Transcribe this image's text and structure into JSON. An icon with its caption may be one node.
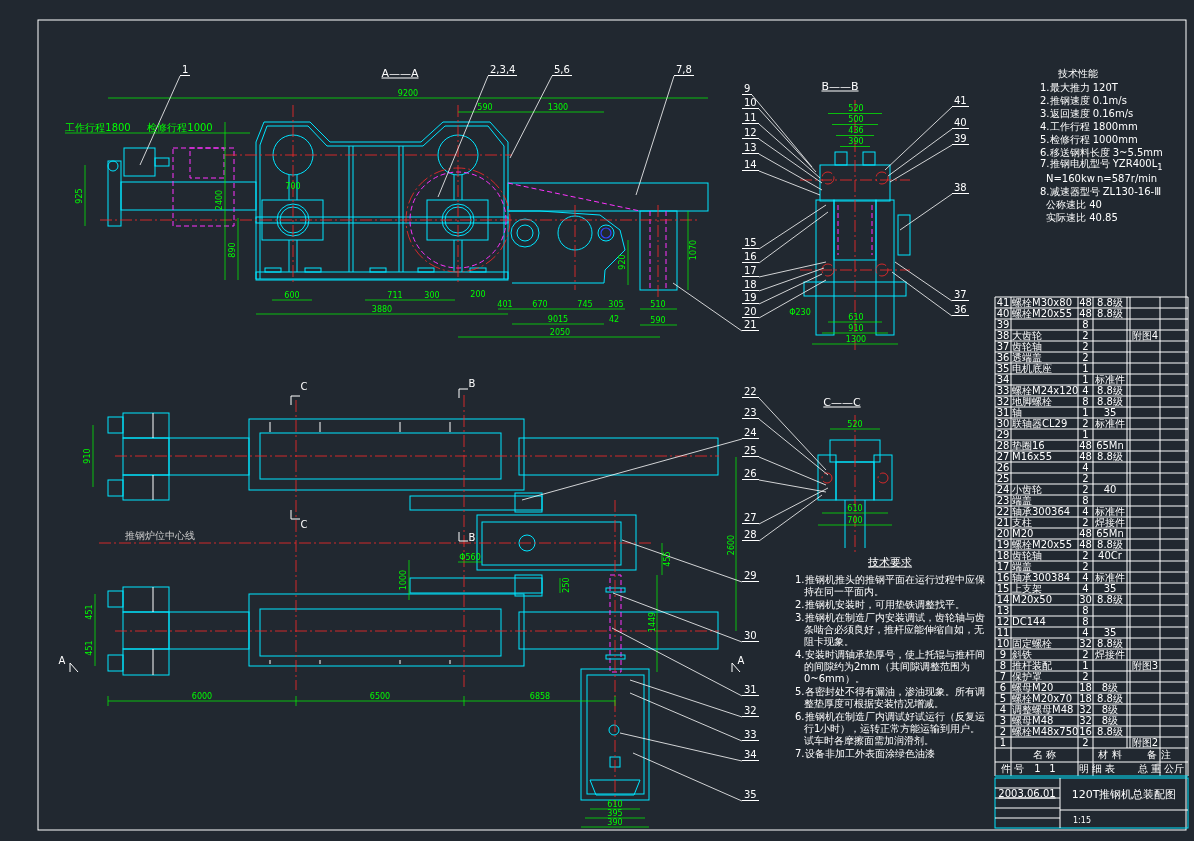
{
  "diagram": {
    "title": "120T推钢机总装配图",
    "nodes": [
      {
        "text": [
          "1"
        ]
      },
      {
        "text": [
          "2,3,4"
        ]
      },
      {
        "text": [
          "5,6"
        ]
      },
      {
        "text": [
          "7,8"
        ]
      },
      {
        "text": [
          "9"
        ]
      },
      {
        "text": [
          "10"
        ]
      },
      {
        "text": [
          "11"
        ]
      },
      {
        "text": [
          "12"
        ]
      },
      {
        "text": [
          "13"
        ]
      },
      {
        "text": [
          "14"
        ]
      },
      {
        "text": [
          "15"
        ]
      },
      {
        "text": [
          "16"
        ]
      },
      {
        "text": [
          "17"
        ]
      },
      {
        "text": [
          "18"
        ]
      },
      {
        "text": [
          "19"
        ]
      },
      {
        "text": [
          "20"
        ]
      },
      {
        "text": [
          "21"
        ]
      },
      {
        "text": [
          "22"
        ]
      },
      {
        "text": [
          "23"
        ]
      },
      {
        "text": [
          "24"
        ]
      },
      {
        "text": [
          "25"
        ]
      },
      {
        "text": [
          "26"
        ]
      },
      {
        "text": [
          "27"
        ]
      },
      {
        "text": [
          "28"
        ]
      },
      {
        "text": [
          "29"
        ]
      },
      {
        "text": [
          "30"
        ]
      },
      {
        "text": [
          "31"
        ]
      },
      {
        "text": [
          "32"
        ]
      },
      {
        "text": [
          "33"
        ]
      },
      {
        "text": [
          "34"
        ]
      },
      {
        "text": [
          "35"
        ]
      },
      {
        "text": [
          "36"
        ]
      },
      {
        "text": [
          "37"
        ]
      },
      {
        "text": [
          "38"
        ]
      },
      {
        "text": [
          "39"
        ]
      },
      {
        "text": [
          "40"
        ]
      },
      {
        "text": [
          "41"
        ]
      }
    ],
    "edges": [
      {
        "from": 0,
        "to": null,
        "arrow": "none"
      },
      {
        "from": 1,
        "to": null,
        "arrow": "none"
      },
      {
        "from": 2,
        "to": null,
        "arrow": "none"
      },
      {
        "from": 3,
        "to": null,
        "arrow": "none"
      },
      {
        "from": 4,
        "to": null,
        "arrow": "none"
      },
      {
        "from": 5,
        "to": null,
        "arrow": "none"
      },
      {
        "from": 6,
        "to": null,
        "arrow": "none"
      },
      {
        "from": 7,
        "to": null,
        "arrow": "none"
      },
      {
        "from": 8,
        "to": null,
        "arrow": "none"
      },
      {
        "from": 9,
        "to": null,
        "arrow": "none"
      },
      {
        "from": 10,
        "to": null,
        "arrow": "none"
      },
      {
        "from": 11,
        "to": null,
        "arrow": "none"
      },
      {
        "from": 12,
        "to": null,
        "arrow": "none"
      },
      {
        "from": 13,
        "to": null,
        "arrow": "none"
      },
      {
        "from": 14,
        "to": null,
        "arrow": "none"
      },
      {
        "from": 15,
        "to": null,
        "arrow": "none"
      },
      {
        "from": 16,
        "to": null,
        "arrow": "none"
      },
      {
        "from": 17,
        "to": null,
        "arrow": "none"
      },
      {
        "from": 18,
        "to": null,
        "arrow": "none"
      },
      {
        "from": 19,
        "to": null,
        "arrow": "none"
      },
      {
        "from": 20,
        "to": null,
        "arrow": "none"
      },
      {
        "from": 21,
        "to": null,
        "arrow": "none"
      },
      {
        "from": 22,
        "to": null,
        "arrow": "none"
      },
      {
        "from": 23,
        "to": null,
        "arrow": "none"
      },
      {
        "from": 24,
        "to": null,
        "arrow": "none"
      },
      {
        "from": 25,
        "to": null,
        "arrow": "none"
      },
      {
        "from": 26,
        "to": null,
        "arrow": "none"
      },
      {
        "from": 27,
        "to": null,
        "arrow": "none"
      },
      {
        "from": 28,
        "to": null,
        "arrow": "none"
      },
      {
        "from": 29,
        "to": null,
        "arrow": "none"
      },
      {
        "from": 30,
        "to": null,
        "arrow": "none"
      },
      {
        "from": 31,
        "to": null,
        "arrow": "none"
      },
      {
        "from": 32,
        "to": null,
        "arrow": "none"
      },
      {
        "from": 33,
        "to": null,
        "arrow": "none"
      },
      {
        "from": 34,
        "to": null,
        "arrow": "none"
      },
      {
        "from": 35,
        "to": null,
        "arrow": "none"
      },
      {
        "from": 36,
        "to": null,
        "arrow": "none"
      }
    ],
    "labels": [
      "技术性能",
      "1.最大推力 120T",
      "2.推钢速度 0.1m/s",
      "3.返回速度 0.16m/s",
      "4.工作行程 1800mm",
      "5.检修行程 1000mm",
      "6.移送钢料长度 3~5.5mm",
      "7.推钢电机型号 YZR400L$_{1}$",
      "N=160kw",
      "n=587r/min",
      "8.减速器型号 ZL130-16-Ⅲ",
      "公称速比 40",
      "实际速比 40.85",
      "技术要求",
      "1.推钢机推头的推钢平面在运行过程中应保持在同一平面内。",
      "2.推钢机安装时，可用垫铁调整找平。",
      "3.推钢机在制造厂内安装调试，齿轮轴与齿条啮合必须良好，推杆应能伸缩自如，无阻卡现象。",
      "4.安装时调轴承垫厚号，使上托辊与推杆间的间隙约为2mm（其间隙调整范围为0~6mm）。",
      "5.各密封处不得有漏油，渗油现象。所有调整垫厚度可根据安装情况增减。",
      "6.推钢机在制造厂内调试好试运行（反复运行1小时），运转正常方能运输到用户。试车时各摩擦面需加润滑剂。",
      "7.设备非加工外表面涂绿色油漆",
      "A——A",
      "B——B",
      "C——C",
      "C",
      "C",
      "B",
      "B",
      "A",
      "A",
      "推钢炉位中心线",
      "9200",
      "590",
      "1300",
      "工作行程1800",
      "检修行程1000",
      "925",
      "2400",
      "890",
      "700",
      "600",
      "711",
      "300",
      "200",
      "401",
      "670",
      "745",
      "305",
      "3880",
      "9015",
      "42",
      "2050",
      "510",
      "590",
      "920",
      "1070",
      "520",
      "500",
      "436",
      "390",
      "Φ230",
      "610",
      "910",
      "1300",
      "520",
      "610",
      "700",
      "910",
      "451",
      "451",
      "6000",
      "6500",
      "6858",
      "2600",
      "455",
      "1449",
      "1000",
      "250",
      "Φ560",
      "610",
      "395",
      "390",
      "41",
      "螺栓M30x80",
      "48",
      "8.8级",
      "40",
      "螺栓M20x55",
      "48",
      "8.8级",
      "39",
      "8",
      "38",
      "大齿轮",
      "2",
      "附图4",
      "37",
      "齿轮轴",
      "2",
      "36",
      "透端盖",
      "2",
      "35",
      "电机底座",
      "1",
      "34",
      "1",
      "标准件",
      "33",
      "螺栓M24x120",
      "4",
      "8.8级",
      "32",
      "地脚螺栓",
      "8",
      "8.8级",
      "31",
      "轴",
      "1",
      "35",
      "30",
      "联轴器CL29",
      "2",
      "标准件",
      "29",
      "1",
      "28",
      "垫圈16",
      "48",
      "65Mn",
      "27",
      "M16x55",
      "48",
      "8.8级",
      "26",
      "4",
      "25",
      "2",
      "24",
      "小齿轮",
      "2",
      "40",
      "23",
      "端盖",
      "8",
      "22",
      "轴承300364",
      "4",
      "标准件",
      "21",
      "支柱",
      "2",
      "焊接件",
      "20",
      "M20",
      "48",
      "65Mn",
      "19",
      "螺栓M20x55",
      "48",
      "8.8级",
      "18",
      "齿轮轴",
      "2",
      "40Cr",
      "17",
      "端盖",
      "2",
      "16",
      "轴承300384",
      "4",
      "标准件",
      "15",
      "上支架",
      "4",
      "35",
      "14",
      "M20x50",
      "30",
      "8.8级",
      "13",
      "8",
      "12",
      "DC144",
      "8",
      "11",
      "4",
      "35",
      "10",
      "固定螺栓",
      "32",
      "8.8级",
      "9",
      "斜铁",
      "2",
      "焊接件",
      "8",
      "推杆装配",
      "1",
      "附图3",
      "7",
      "保护罩",
      "2",
      "6",
      "螺母M20",
      "18",
      "8级",
      "5",
      "螺栓M20x70",
      "18",
      "8.8级",
      "4",
      "调整螺母M48",
      "32",
      "8级",
      "3",
      "螺母M48",
      "32",
      "8级",
      "2",
      "螺栓M48x750",
      "16",
      "8.8级",
      "1",
      "2",
      "附图2",
      "名 称",
      "材 料",
      "备 注",
      "件 号",
      "1",
      "1",
      "明 细 表",
      "总 重 公斤",
      "2003.06.01",
      "1:15"
    ]
  }
}
